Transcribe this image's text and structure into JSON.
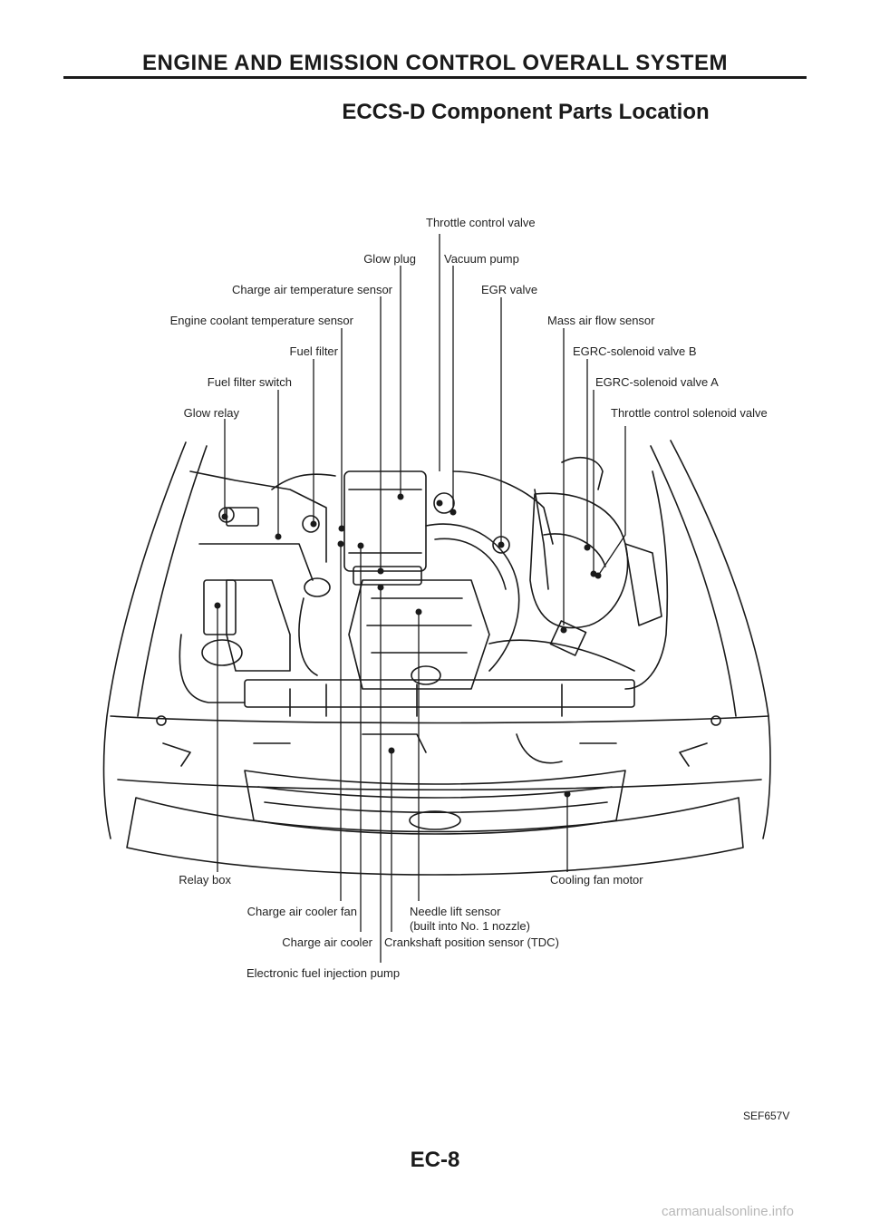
{
  "header": {
    "title": "ENGINE AND EMISSION CONTROL OVERALL SYSTEM"
  },
  "section": {
    "title": "ECCS-D Component Parts Location"
  },
  "labels": {
    "throttle_control_valve": "Throttle control valve",
    "glow_plug": "Glow plug",
    "vacuum_pump": "Vacuum pump",
    "charge_air_temperature_sensor": "Charge air temperature sensor",
    "egr_valve": "EGR valve",
    "engine_coolant_temperature_sensor": "Engine coolant temperature sensor",
    "mass_air_flow_sensor": "Mass air flow sensor",
    "fuel_filter": "Fuel filter",
    "egrc_solenoid_valve_b": "EGRC-solenoid valve B",
    "fuel_filter_switch": "Fuel filter switch",
    "egrc_solenoid_valve_a": "EGRC-solenoid valve A",
    "glow_relay": "Glow relay",
    "throttle_control_solenoid_valve": "Throttle control solenoid valve",
    "relay_box": "Relay box",
    "cooling_fan_motor": "Cooling fan motor",
    "charge_air_cooler_fan": "Charge air cooler fan",
    "needle_lift_sensor_line1": "Needle lift sensor",
    "needle_lift_sensor_line2": "(built into No. 1 nozzle)",
    "charge_air_cooler": "Charge air cooler",
    "crankshaft_position_sensor": "Crankshaft position sensor (TDC)",
    "electronic_fuel_injection_pump": "Electronic fuel injection pump"
  },
  "figure": {
    "code": "SEF657V"
  },
  "page": {
    "number": "EC-8"
  },
  "watermark": {
    "text": "carmanualsonline.info"
  }
}
